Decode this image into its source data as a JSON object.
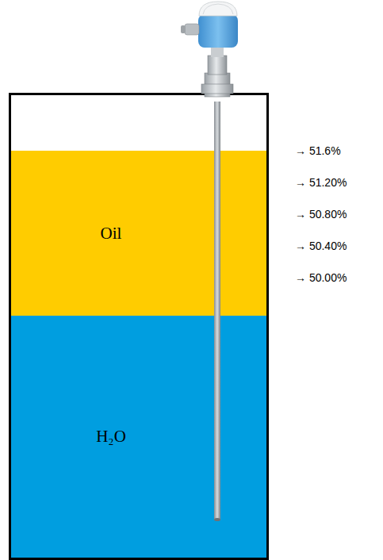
{
  "diagram": {
    "nodes": [
      {
        "text": [
          "Oil"
        ]
      },
      {
        "text": [
          "H₂O"
        ]
      }
    ],
    "labels": [
      "→ 51.6%",
      "→ 51.20%",
      "→ 50.80%",
      "→ 50.40%",
      "→ 50.00%"
    ]
  }
}
